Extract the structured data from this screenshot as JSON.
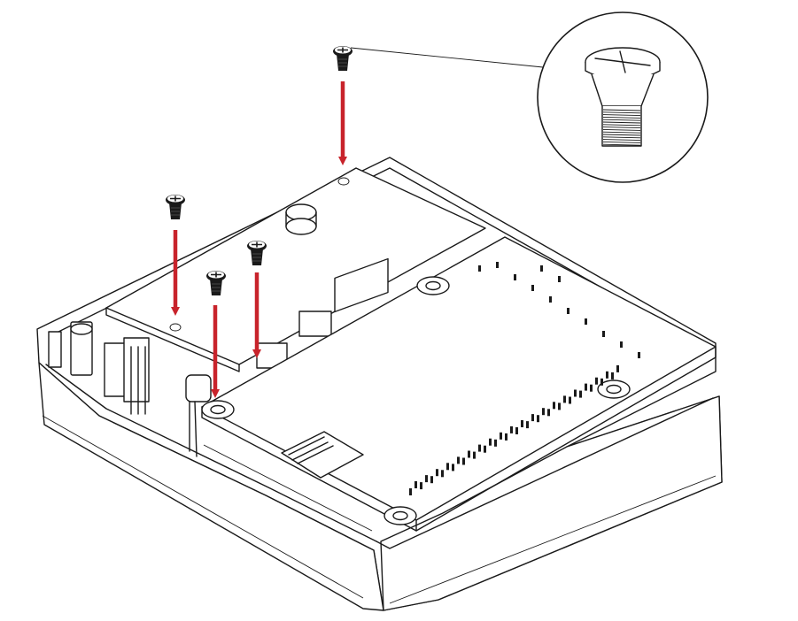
{
  "diagram": {
    "kind": "assembly-instruction",
    "colors": {
      "line": "#1a1a1a",
      "arrow": "#c8232b",
      "screw": "#1a1a1a",
      "background": "#ffffff"
    },
    "screws": [
      {
        "id": "screw-1",
        "icon": "screw-icon"
      },
      {
        "id": "screw-2",
        "icon": "screw-icon"
      },
      {
        "id": "screw-3",
        "icon": "screw-icon"
      },
      {
        "id": "screw-4",
        "icon": "screw-icon"
      }
    ],
    "detail_callout": {
      "icon": "countersunk-phillips-screw-icon"
    }
  }
}
